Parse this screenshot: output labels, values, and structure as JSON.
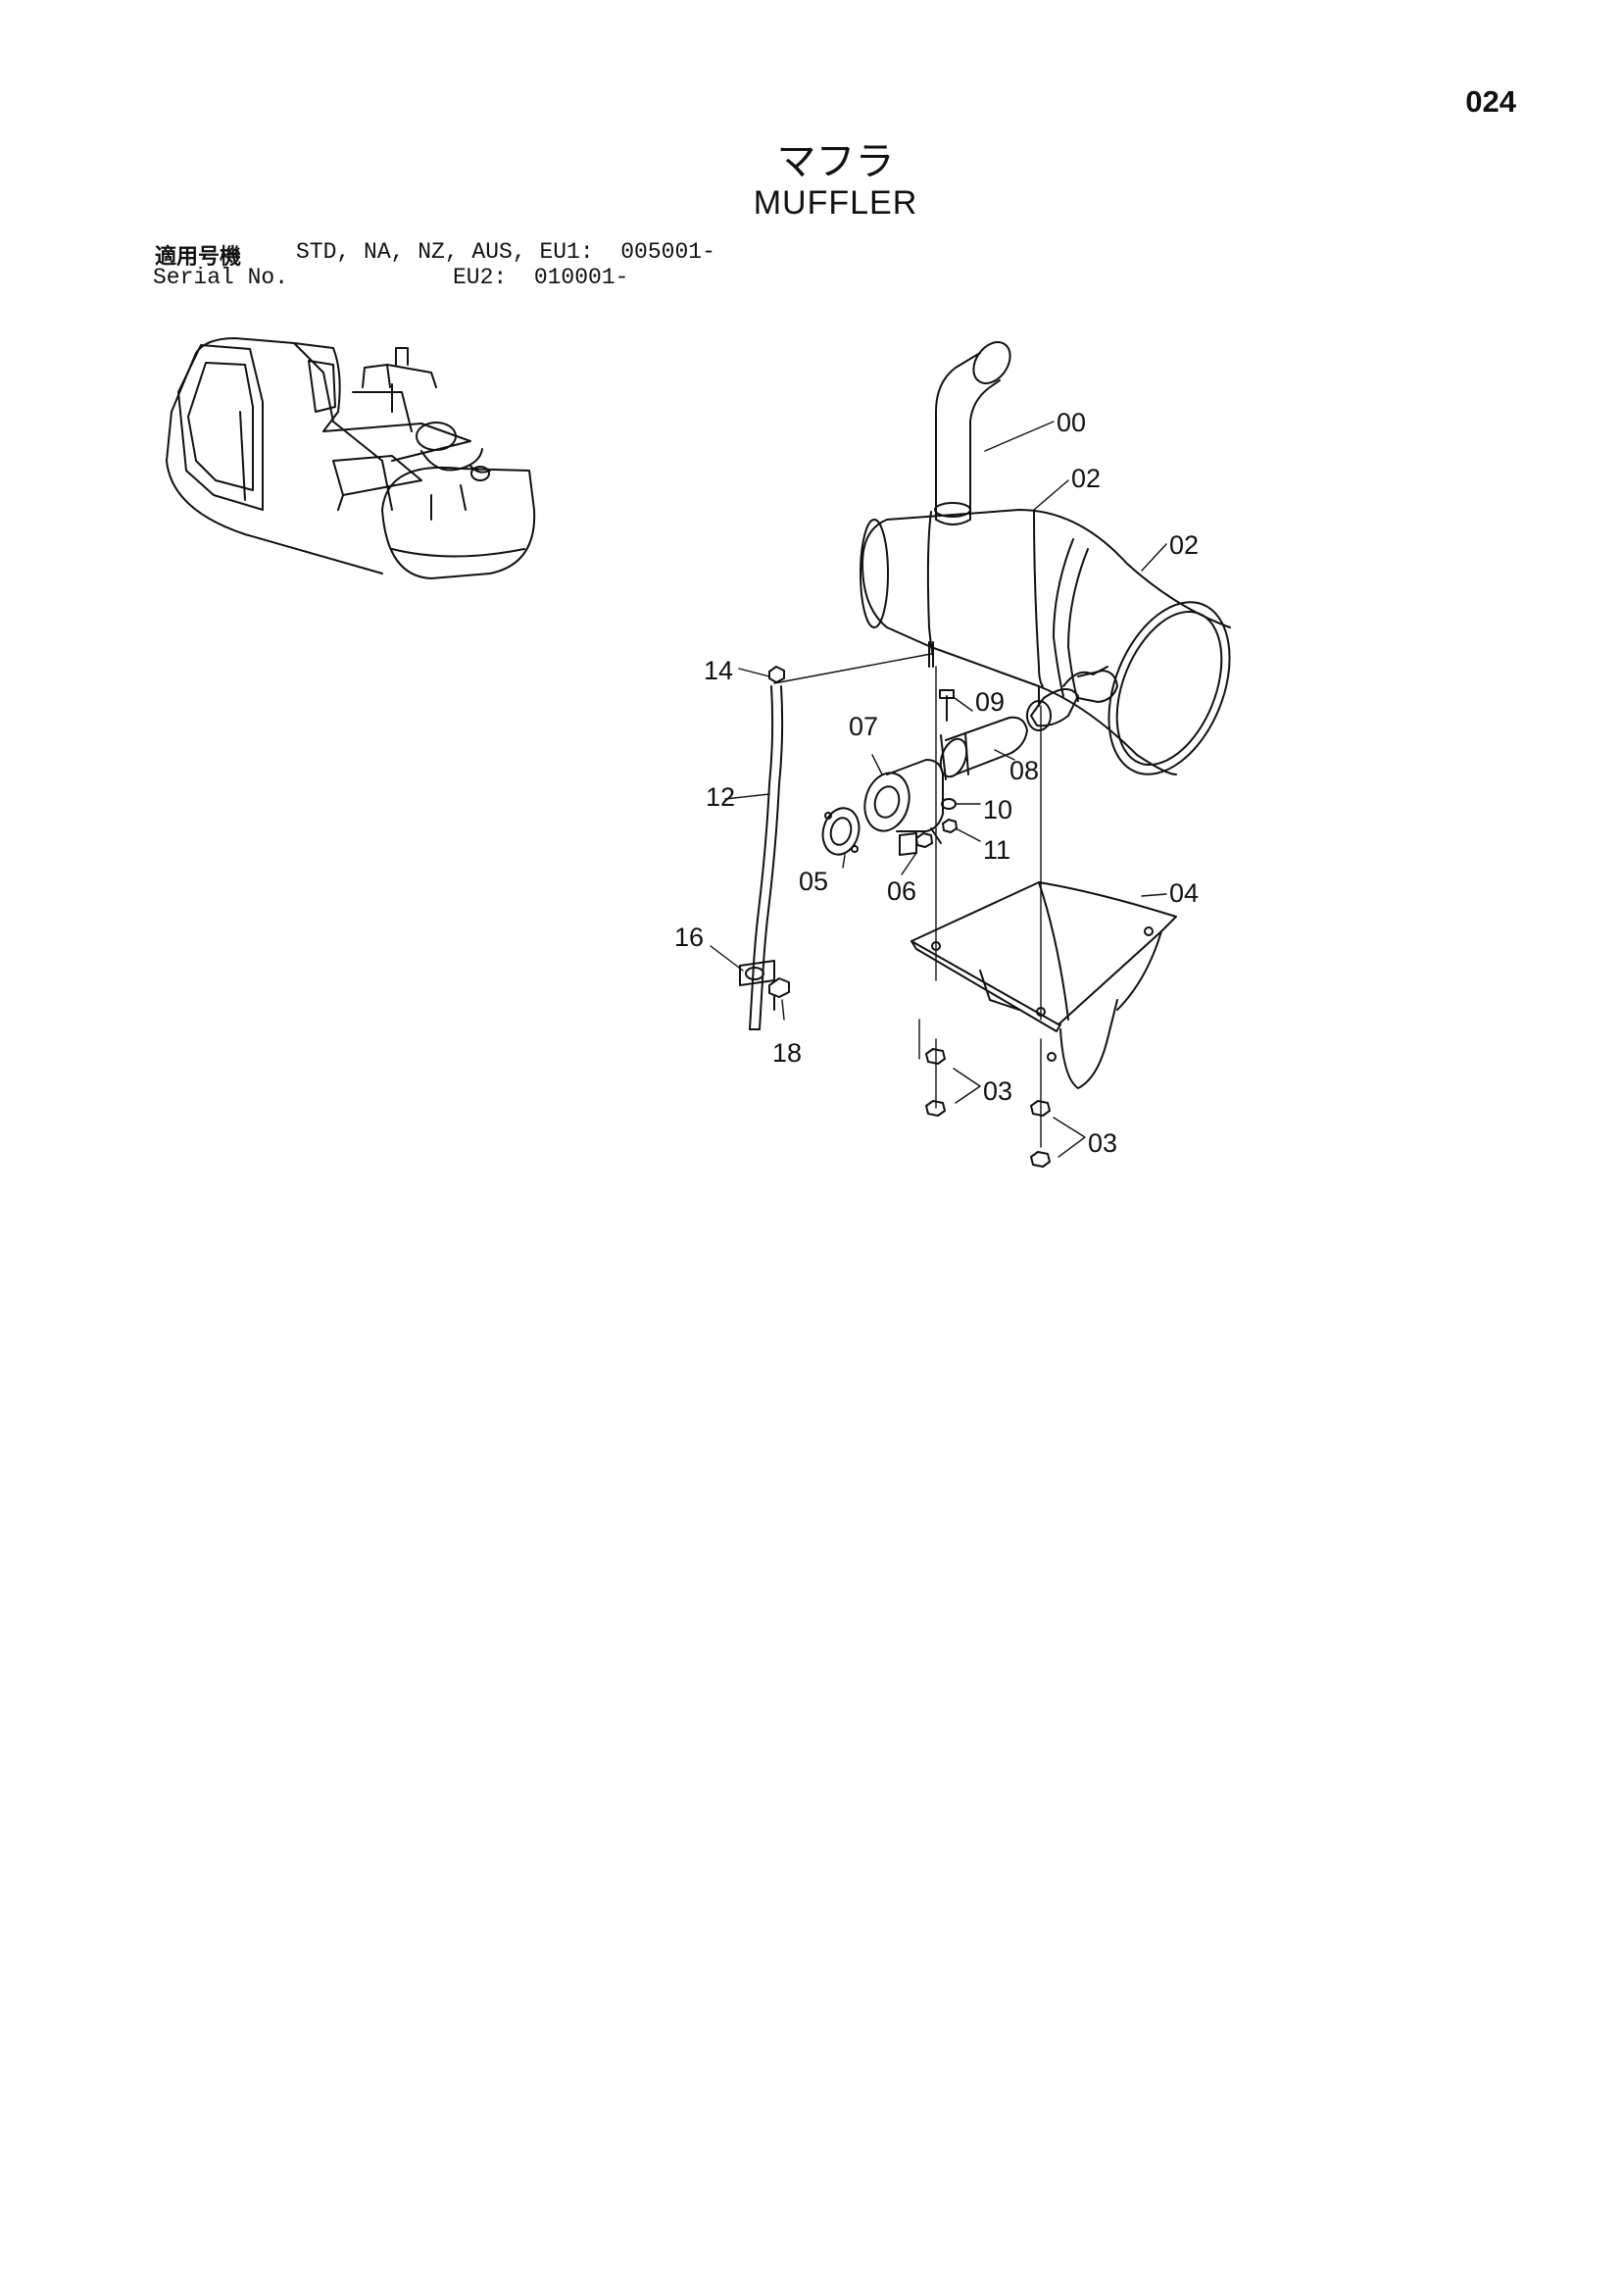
{
  "page": {
    "number": "024"
  },
  "title": {
    "japanese": "マフラ",
    "english": "MUFFLER"
  },
  "applicability": {
    "label_jp": "適用号機",
    "label_en": "Serial No.",
    "models_line": "STD, NA, NZ, AUS, EU1:  005001-",
    "eu2_line": "EU2:  010001-"
  },
  "callouts": {
    "c00": "00",
    "c02a": "02",
    "c02b": "02",
    "c03a": "03",
    "c03b": "03",
    "c04": "04",
    "c05": "05",
    "c06": "06",
    "c07": "07",
    "c08": "08",
    "c09": "09",
    "c10": "10",
    "c11": "11",
    "c12": "12",
    "c14": "14",
    "c16": "16",
    "c18": "18"
  },
  "icons": {
    "machine": "excavator-location-thumbnail-icon",
    "assembly": "muffler-exploded-view-icon"
  }
}
